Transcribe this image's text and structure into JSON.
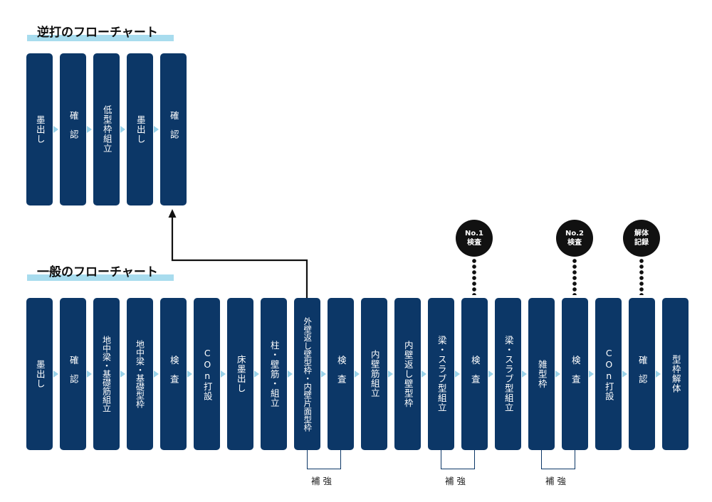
{
  "reverse_flow": {
    "title": "逆打のフローチャート",
    "steps": [
      "墨出し",
      "確認",
      "低型枠組立",
      "墨出し",
      "確認"
    ]
  },
  "general_flow": {
    "title": "一般のフローチャート",
    "steps": [
      "墨出し",
      "確認",
      "地中梁・基礎筋組立",
      "地中梁・基礎型枠",
      "検査",
      "COn打設",
      "床墨出し",
      "柱・壁筋・組立",
      "外壁返し壁型枠・内壁片面型枠",
      "検査",
      "内壁筋組立",
      "内壁返し壁型枠",
      "梁・スラブ型組立",
      "検査",
      "梁・スラブ型組立",
      "雑型枠",
      "検査",
      "COn打設",
      "確認",
      "型枠解体"
    ]
  },
  "badges": [
    {
      "line1": "No.1",
      "line2": "検査"
    },
    {
      "line1": "No.2",
      "line2": "検査"
    },
    {
      "line1": "解体",
      "line2": "記録"
    }
  ],
  "reinforce_label": "補強",
  "colors": {
    "box": "#0c3767",
    "arrow": "#9ad3ea",
    "title_highlight": "#a8dcee",
    "badge": "#111111"
  }
}
